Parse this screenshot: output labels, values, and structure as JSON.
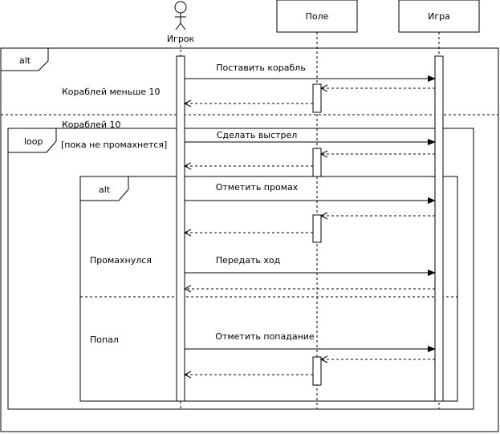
{
  "participants": {
    "player": "Игрок",
    "field": "Поле",
    "game": "Игра"
  },
  "fragments": {
    "outer_alt": {
      "operator": "alt",
      "guard_1": "Кораблей меньше 10",
      "guard_2": "Кораблей 10"
    },
    "loop": {
      "operator": "loop",
      "guard": "[пока не промахнется]"
    },
    "inner_alt": {
      "operator": "alt",
      "guard_1": "Промахнулся",
      "guard_2": "Попал"
    }
  },
  "messages": {
    "place_ship": "Поставить корабль",
    "shoot": "Сделать выстрел",
    "mark_miss": "Отметить промах",
    "pass_turn": "Передать ход",
    "mark_hit": "Отметить попадание"
  }
}
